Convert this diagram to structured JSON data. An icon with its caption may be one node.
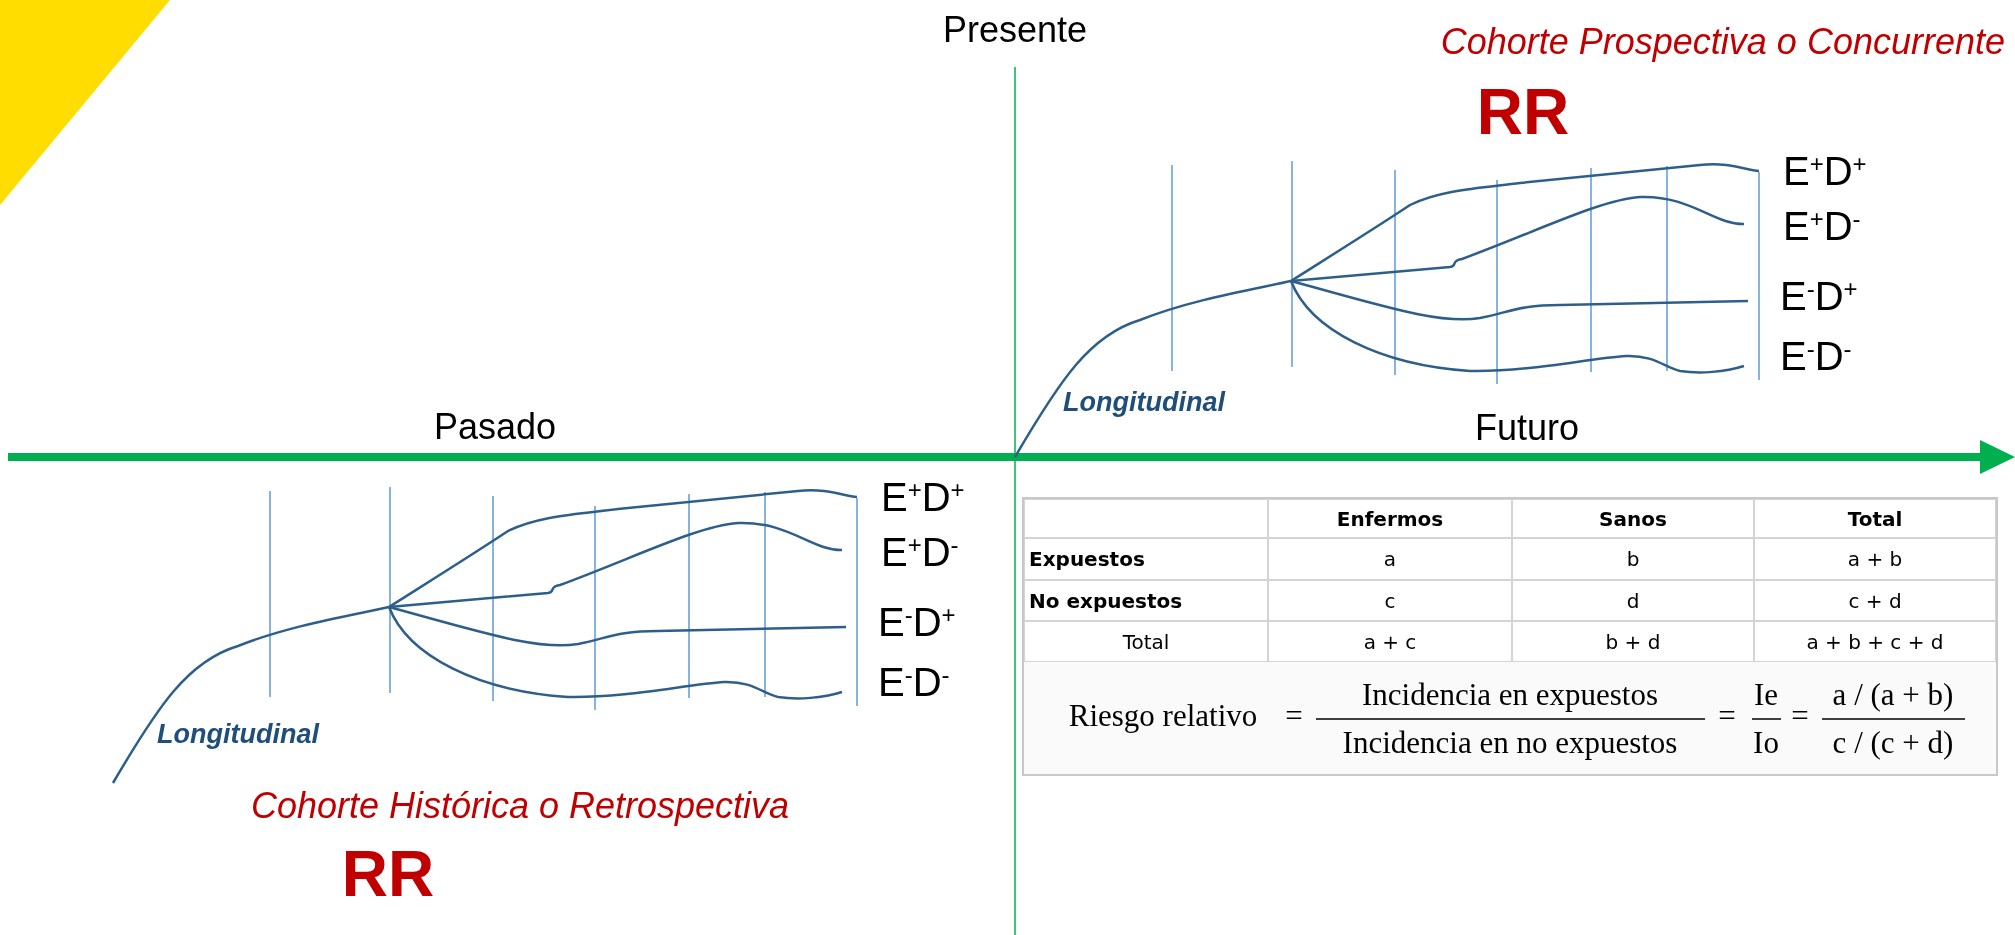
{
  "diagram": {
    "labels": [
      "Presente",
      "Cohorte Prospectiva o Concurrente",
      "RR",
      "E$^{+}$D$^{+}$",
      "E$^{+}$D$^{-}$",
      "E$^{-}$D$^{+}$",
      "E$^{-}$D$^{-}$",
      "Longitudinal",
      "Pasado",
      "Futuro",
      "E$^{+}$D$^{+}$",
      "E$^{+}$D$^{-}$",
      "E$^{-}$D$^{+}$",
      "E$^{-}$D$^{-}$",
      "Longitudinal",
      "Cohorte Histórica o Retrospectiva",
      "RR",
      "Enfermos",
      "Sanos",
      "Total",
      "Expuestos",
      "a",
      "b",
      "a + b",
      "No expuestos",
      "c",
      "d",
      "c + d",
      "Total",
      "a + c",
      "b + d",
      "a + b + c + d",
      "Riesgo relativo",
      "=",
      "Incidencia en expuestos",
      "Incidencia en no expuestos",
      "=",
      "Ie",
      "Io",
      "=",
      "a / (a + b)",
      "c / (c + d)"
    ]
  }
}
